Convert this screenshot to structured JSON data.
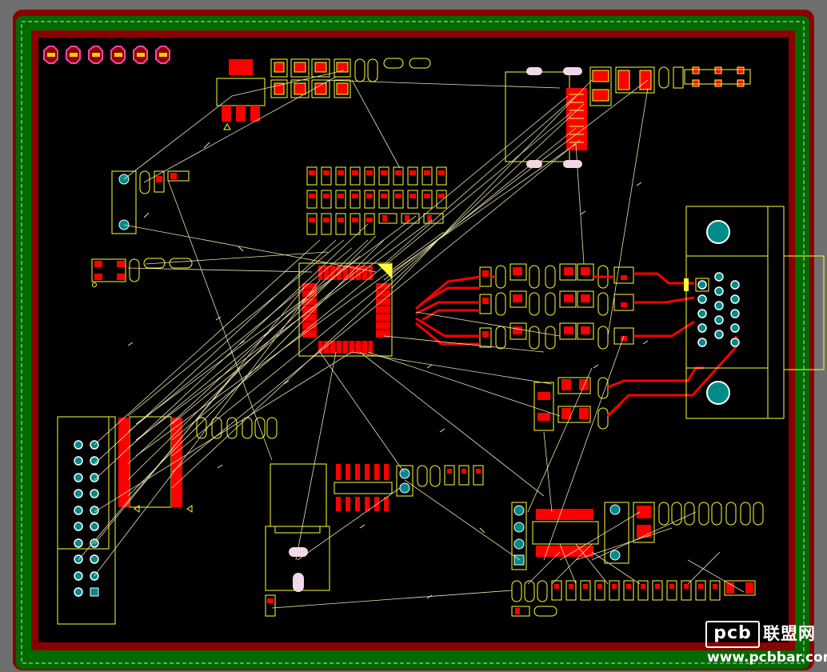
{
  "board": {
    "colors": {
      "background": "#6f6f6f",
      "outer_edge": "#8b0000",
      "keepout": "#006b00",
      "board_fill": "#000000",
      "pad": "#ff0000",
      "silkscreen": "#ffff33",
      "ratsnest": "#e8e4b0",
      "via": "#008b8b"
    }
  },
  "watermark": {
    "logo_text": "pcb",
    "brand_cn": "联盟网",
    "url": "www.pcbbar.com"
  }
}
